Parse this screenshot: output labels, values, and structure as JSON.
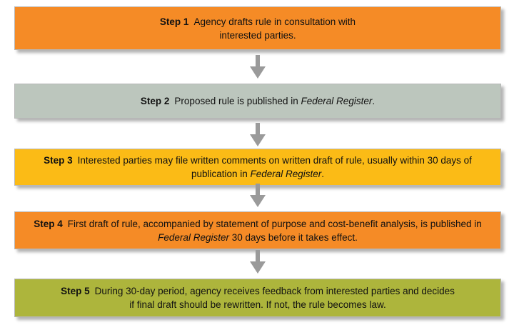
{
  "steps": [
    {
      "label": "Step 1",
      "text_before": "Agency drafts rule in consultation with interested parties.",
      "italic": "",
      "text_after": "",
      "color": "#f58b26"
    },
    {
      "label": "Step 2",
      "text_before": "Proposed rule is published in ",
      "italic": "Federal Register",
      "text_after": ".",
      "color": "#bcc6bd"
    },
    {
      "label": "Step 3",
      "text_before": "Interested parties may file written comments on written draft of rule, usually within 30 days of publication in ",
      "italic": "Federal Register",
      "text_after": ".",
      "color": "#fbbb16"
    },
    {
      "label": "Step 4",
      "text_before": "First draft of rule, accompanied by statement of purpose and cost-benefit analysis, is published in ",
      "italic": "Federal Register",
      "text_after": " 30 days before it takes effect.",
      "color": "#f58b26"
    },
    {
      "label": "Step 5",
      "text_before": "During 30-day period, agency receives feedback from interested parties and decides if final draft should be rewritten. If not, the rule becomes law.",
      "italic": "",
      "text_after": "",
      "color": "#adb53c"
    }
  ],
  "arrow_color": "#9a9a9a"
}
